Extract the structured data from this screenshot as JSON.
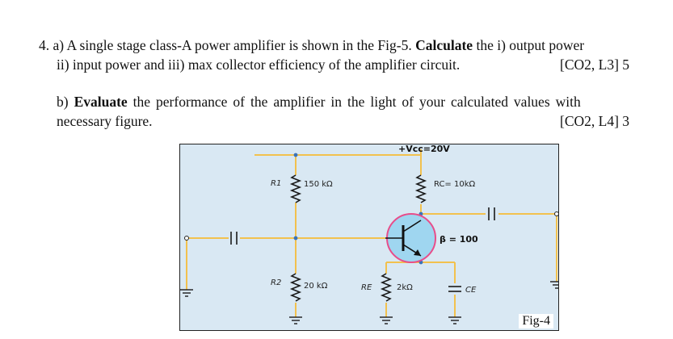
{
  "question": {
    "part_a": {
      "line1_prefix": "4. a) A single stage class-A power amplifier is shown in the Fig-5. ",
      "line1_bold": "Calculate",
      "line1_suffix": " the i) output power",
      "line2": "ii) input power and iii) max collector efficiency of the amplifier circuit.",
      "tag": "[CO2, L3]  5"
    },
    "part_b": {
      "line1_prefix": "b) ",
      "line1_bold": "Evaluate",
      "line1_suffix": " the performance of the amplifier in the light of your calculated values with",
      "line2": "necessary figure.",
      "tag": "[CO2, L4]  3"
    }
  },
  "figure": {
    "caption": "Fig-4",
    "supply_label": "+Vcc=20V",
    "r1_name": "R1",
    "r1_value": "150 kΩ",
    "rc_label": "RC= 10kΩ",
    "beta_label": "β = 100",
    "r2_name": "R2",
    "r2_value": "20 kΩ",
    "re_name": "RE",
    "re_value": "2kΩ",
    "ce_name": "CE",
    "colors": {
      "background": "#d9e8f3",
      "wire": "#f2c14e",
      "component": "#1a1a1a",
      "transistor_fill": "#9fd6f0",
      "transistor_ring": "#e84d8a",
      "node": "#3a73b8"
    }
  }
}
